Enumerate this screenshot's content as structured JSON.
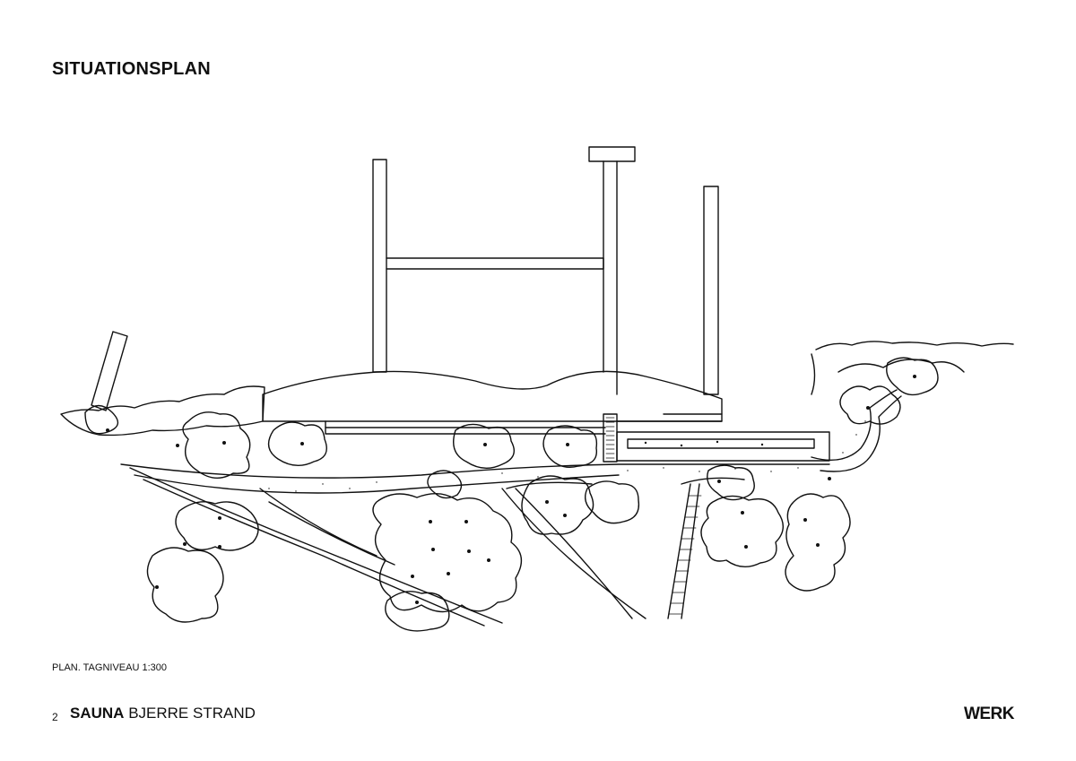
{
  "header": {
    "title": "SITUATIONSPLAN"
  },
  "drawing": {
    "caption": "PLAN. TAGNIVEAU  1:300"
  },
  "footer": {
    "page_number": "2",
    "project_bold": "SAUNA",
    "project_rest": "BJERRE STRAND",
    "brand": "WERK"
  },
  "icons": [
    "site-plan-drawing"
  ]
}
